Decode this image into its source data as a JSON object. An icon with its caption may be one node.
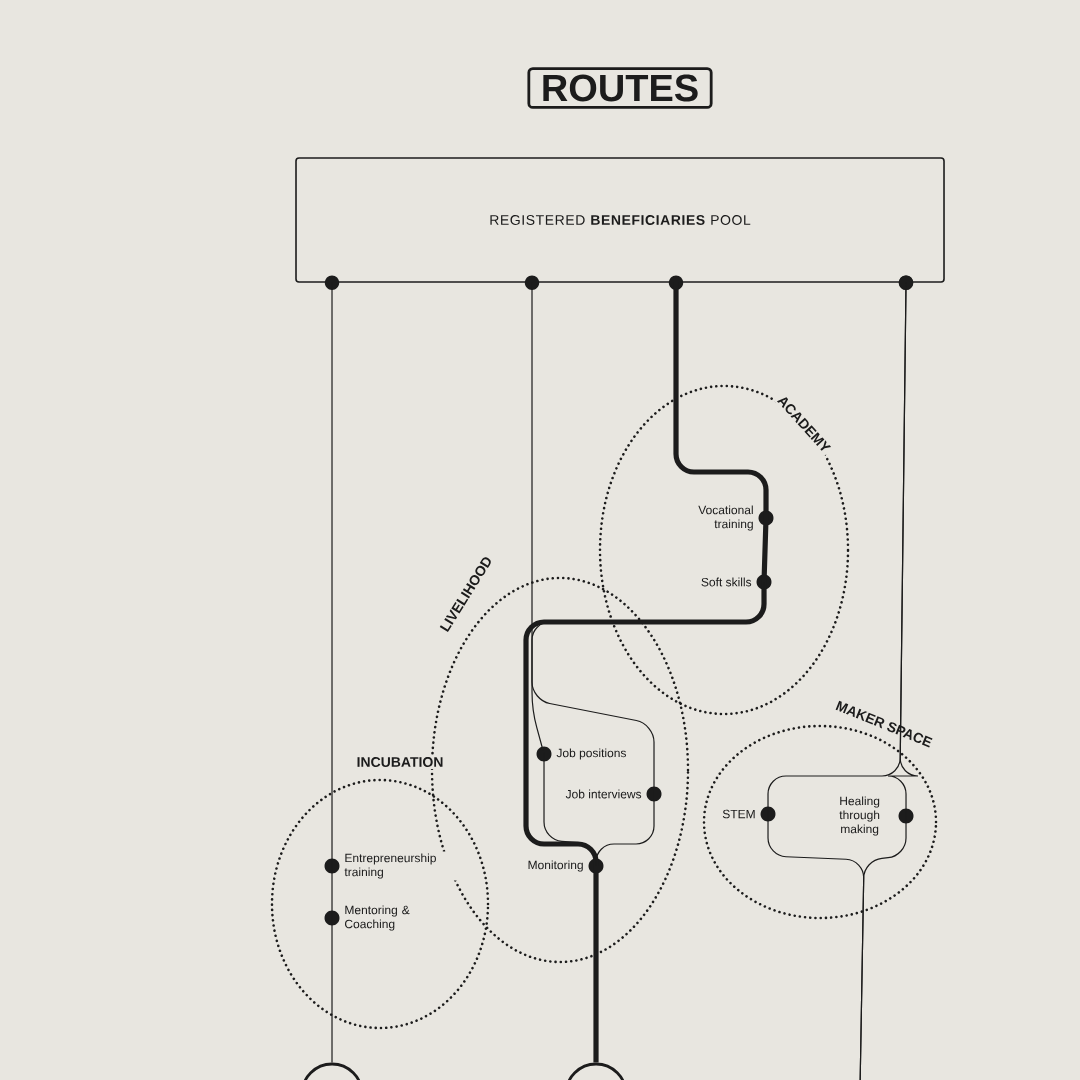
{
  "diagram": {
    "title": "ROUTES",
    "nodes": [
      {
        "text": [
          "REGISTERED **BENEFICIARIES** POOL"
        ]
      },
      {
        "text": [
          "ACADEMY"
        ]
      },
      {
        "text": [
          "LIVELIHOOD"
        ]
      },
      {
        "text": [
          "INCUBATION"
        ]
      },
      {
        "text": [
          "MAKER SPACE"
        ]
      },
      {
        "text": [
          "Vocational training"
        ],
        "in": 1
      },
      {
        "text": [
          "Soft skills"
        ],
        "in": 1
      },
      {
        "text": [
          "Job positions"
        ],
        "in": 2
      },
      {
        "text": [
          "Job interviews"
        ],
        "in": 2
      },
      {
        "text": [
          "Monitoring"
        ],
        "in": 2
      },
      {
        "text": [
          "Entrepreneurship training"
        ],
        "in": 3
      },
      {
        "text": [
          "Mentoring & Coaching"
        ],
        "in": 3
      },
      {
        "text": [
          "STEM"
        ],
        "in": 4
      },
      {
        "text": [
          "Healing through making"
        ],
        "in": 4
      },
      {
        "text": [],
        "shape": "circle"
      },
      {
        "text": [],
        "shape": "circle"
      }
    ],
    "edges": [
      {
        "from": 0,
        "to": 10,
        "arrow": "none"
      },
      {
        "from": 10,
        "to": 11,
        "arrow": "none"
      },
      {
        "from": 11,
        "to": 14,
        "arrow": "none"
      },
      {
        "from": 0,
        "to": 7,
        "arrow": "none"
      },
      {
        "from": 7,
        "to": 9,
        "arrow": "none"
      },
      {
        "from": 0,
        "to": 5,
        "arrow": "none",
        "style": "thick"
      },
      {
        "from": 5,
        "to": 6,
        "arrow": "none",
        "style": "thick"
      },
      {
        "from": 6,
        "to": 9,
        "arrow": "none",
        "style": "thick"
      },
      {
        "from": 6,
        "to": 8,
        "arrow": "none"
      },
      {
        "from": 8,
        "to": 9,
        "arrow": "none"
      },
      {
        "from": 9,
        "to": 15,
        "arrow": "none",
        "style": "thick"
      },
      {
        "from": 0,
        "to": 12,
        "arrow": "none"
      },
      {
        "from": 0,
        "to": 13,
        "arrow": "none"
      },
      {
        "from": 12,
        "to": null,
        "arrow": "none"
      },
      {
        "from": 13,
        "to": null,
        "arrow": "none"
      }
    ]
  }
}
